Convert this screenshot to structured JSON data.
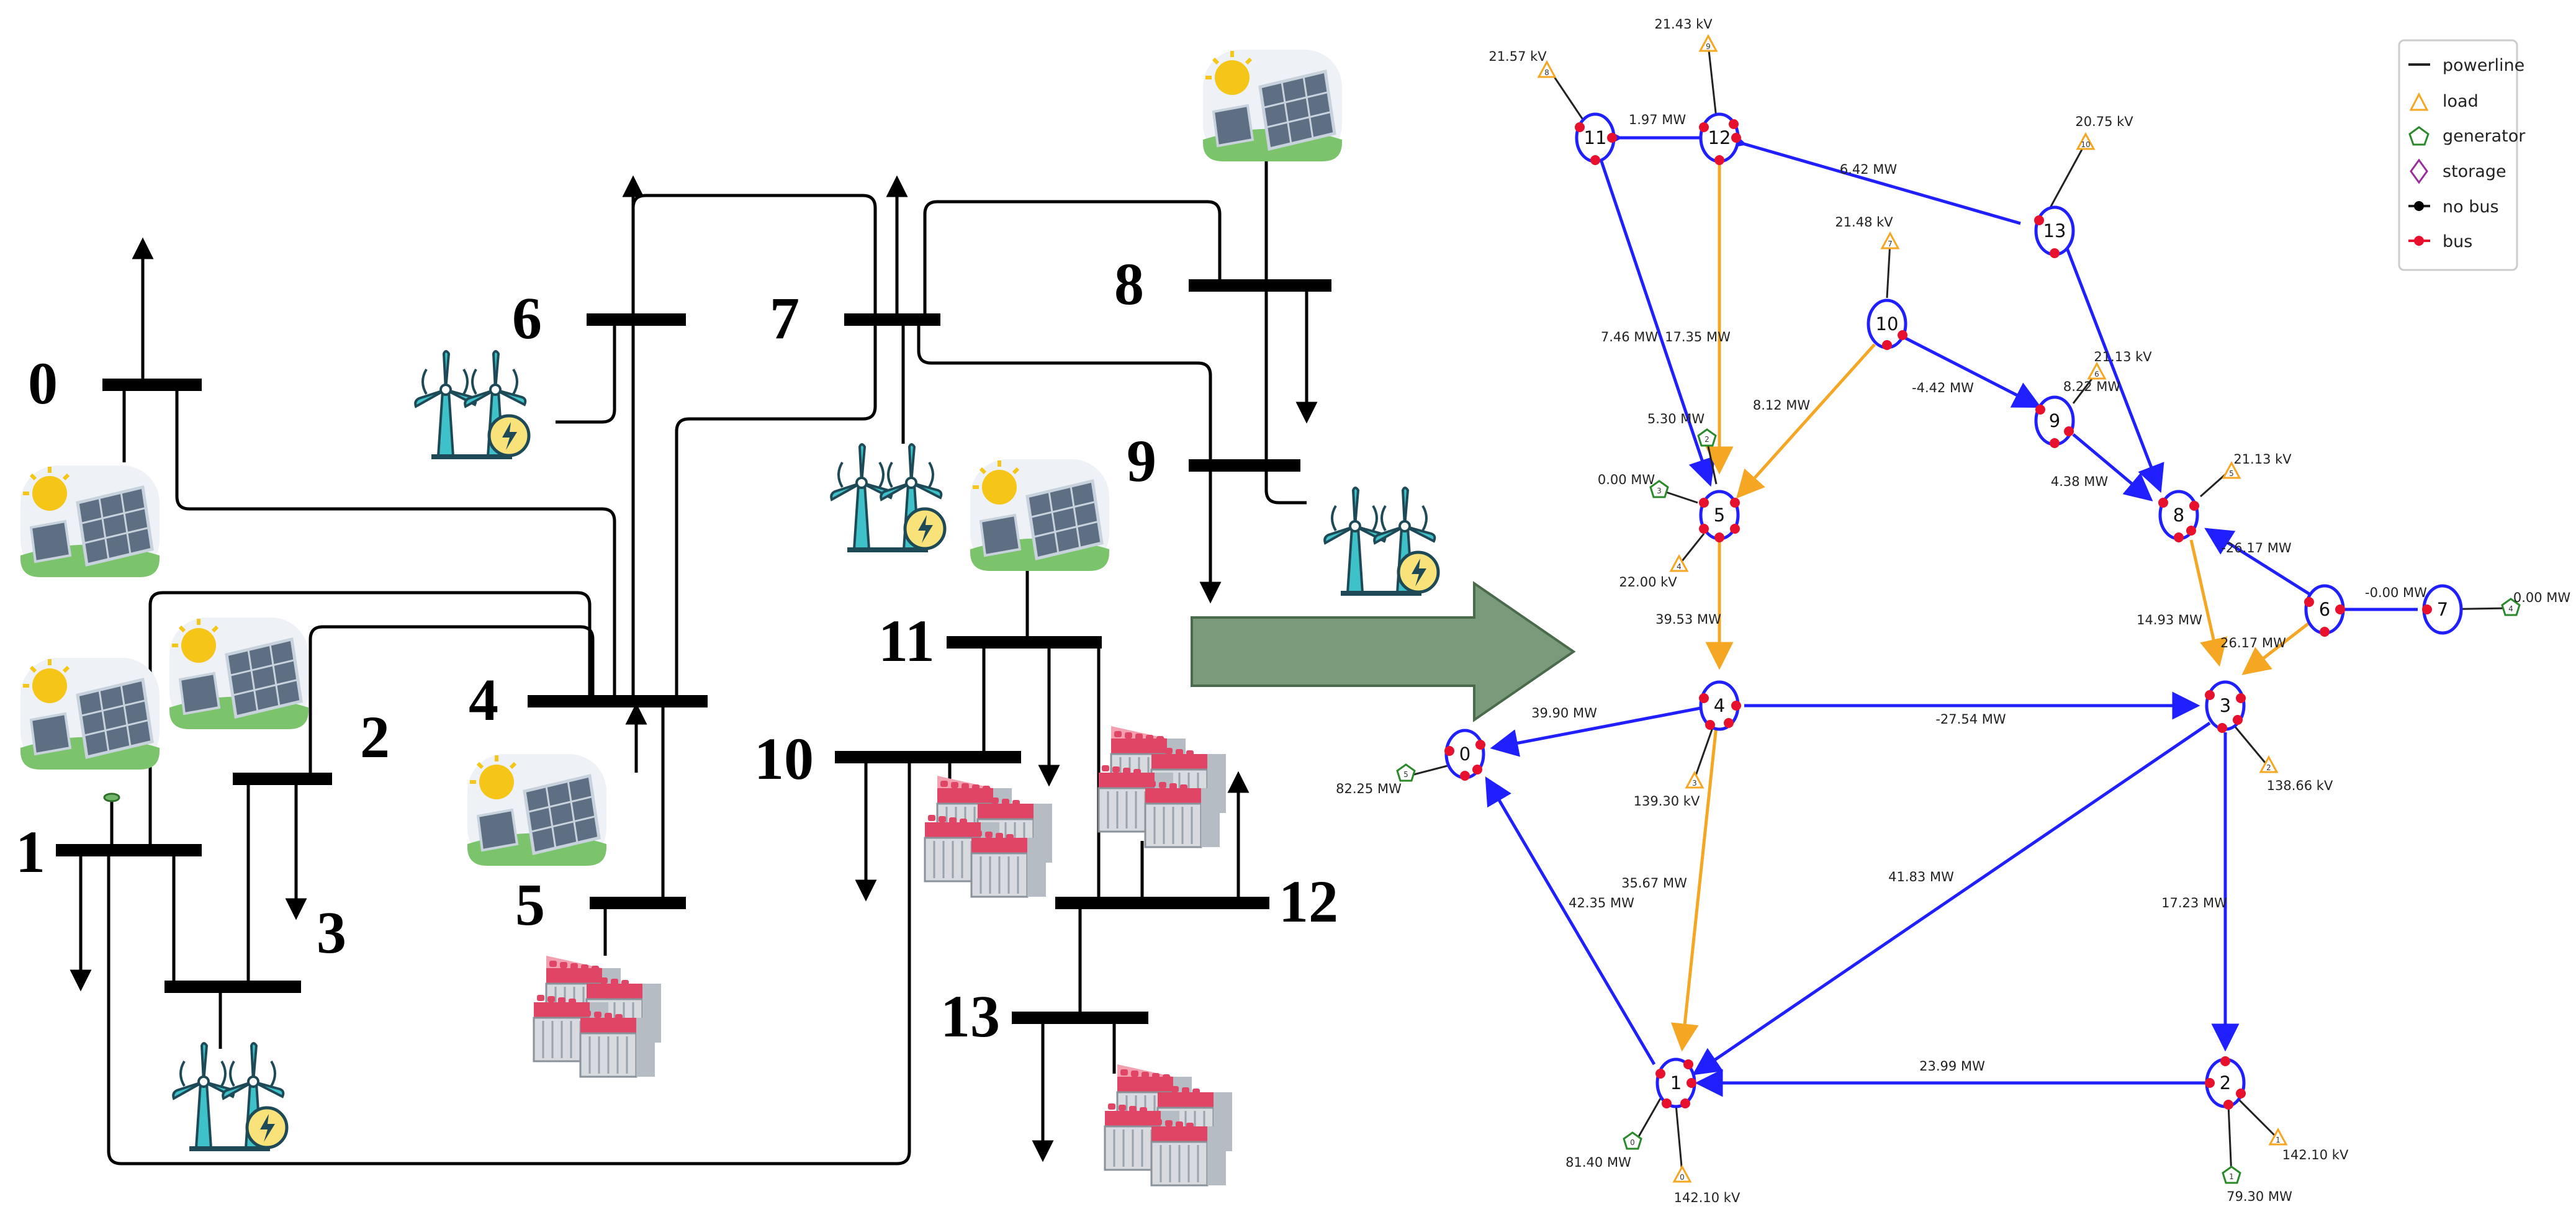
{
  "left_diagram": {
    "buses": [
      {
        "id": 0,
        "label": "0"
      },
      {
        "id": 1,
        "label": "1"
      },
      {
        "id": 2,
        "label": "2"
      },
      {
        "id": 3,
        "label": "3"
      },
      {
        "id": 4,
        "label": "4"
      },
      {
        "id": 5,
        "label": "5"
      },
      {
        "id": 6,
        "label": "6"
      },
      {
        "id": 7,
        "label": "7"
      },
      {
        "id": 8,
        "label": "8"
      },
      {
        "id": 9,
        "label": "9"
      },
      {
        "id": 10,
        "label": "10"
      },
      {
        "id": 11,
        "label": "11"
      },
      {
        "id": 12,
        "label": "12"
      },
      {
        "id": 13,
        "label": "13"
      }
    ],
    "icons": {
      "solar": "solar-panel-icon",
      "wind": "wind-turbine-icon",
      "battery": "battery-storage-icon"
    }
  },
  "arrow": {
    "color": "#7a9a7c"
  },
  "right_graph": {
    "nodes": [
      {
        "id": "0"
      },
      {
        "id": "1"
      },
      {
        "id": "2"
      },
      {
        "id": "3"
      },
      {
        "id": "4"
      },
      {
        "id": "5"
      },
      {
        "id": "6"
      },
      {
        "id": "7"
      },
      {
        "id": "8"
      },
      {
        "id": "9"
      },
      {
        "id": "10"
      },
      {
        "id": "11"
      },
      {
        "id": "12"
      },
      {
        "id": "13"
      }
    ],
    "edge_labels": [
      "1.97 MW",
      "6.42 MW",
      "7.46 MW",
      "17.35 MW",
      "8.12 MW",
      "-4.42 MW",
      "21.13 kV",
      "4.38 MW",
      "-26.17 MW",
      "-0.00 MW",
      "14.93 MW",
      "26.17 MW",
      "39.53 MW",
      "39.90 MW",
      "-27.54 MW",
      "35.67 MW",
      "41.83 MW",
      "42.35 MW",
      "17.23 MW",
      "23.99 MW"
    ],
    "node_labels": [
      "21.57 kV",
      "21.43 kV",
      "20.75 kV",
      "21.48 kV",
      "8.22 MW",
      "21.13 kV",
      "5.30 MW",
      "0.00 MW",
      "22.00 kV",
      "0.00 MW",
      "82.25 MW",
      "139.30 kV",
      "138.66 kV",
      "81.40 MW",
      "142.10 kV",
      "142.10 kV",
      "79.30 MW"
    ],
    "colors": {
      "powerline": "#1f1fff",
      "powerline_alt": "#f5a623",
      "bus": "#e8112d",
      "node_stroke": "#1f1fff",
      "generator": "#2a8a2a",
      "load": "#f5a623",
      "storage": "#9b2d9b"
    }
  },
  "legend": {
    "items": [
      {
        "label": "powerline",
        "marker": "line"
      },
      {
        "label": "load",
        "marker": "triangle"
      },
      {
        "label": "generator",
        "marker": "pentagon"
      },
      {
        "label": "storage",
        "marker": "diamond"
      },
      {
        "label": "no bus",
        "marker": "black-dot"
      },
      {
        "label": "bus",
        "marker": "red-dot"
      }
    ]
  }
}
